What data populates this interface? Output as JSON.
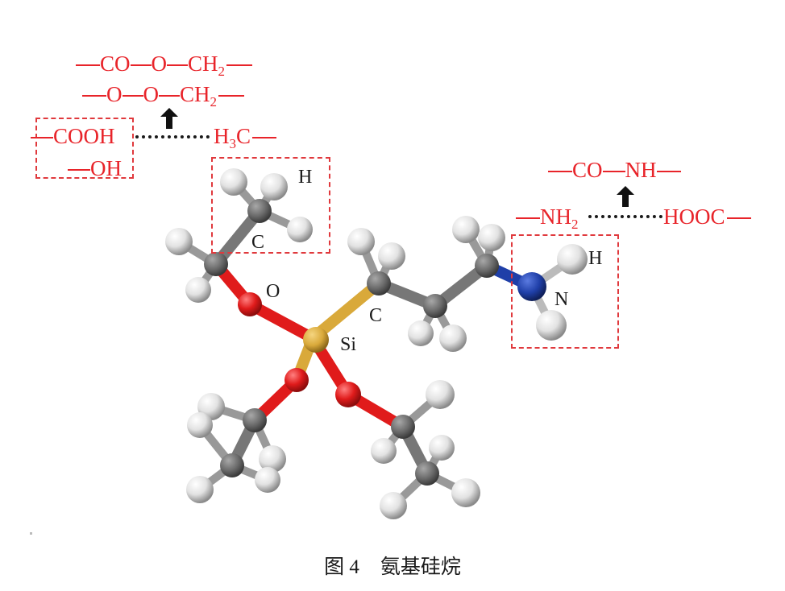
{
  "figure": {
    "caption_prefix": "图 4",
    "caption_title": "氨基硅烷"
  },
  "reactions_left": {
    "product_ester": [
      "CO",
      "O",
      "CH",
      "2"
    ],
    "product_ether": [
      "O",
      "O",
      "CH",
      "2"
    ],
    "reactant_groups": [
      "COOH",
      "OH"
    ],
    "partner": [
      "H",
      "3",
      "C"
    ]
  },
  "reactions_right": {
    "product_amide": [
      "CO",
      "NH"
    ],
    "reactant_amine": [
      "NH",
      "2"
    ],
    "partner": "HOOC"
  },
  "atom_labels": {
    "h_top": "H",
    "c_top": "C",
    "o": "O",
    "c_mid": "C",
    "si": "Si",
    "h_right": "H",
    "n": "N"
  },
  "colors": {
    "annotation_red": "#e8242a",
    "box_dash": "#e0393d",
    "carbon": "#6e6e6e",
    "hydrogen": "#e8e8e8",
    "oxygen": "#e01b1b",
    "silicon": "#d9a93a",
    "nitrogen": "#1f3fa8"
  }
}
